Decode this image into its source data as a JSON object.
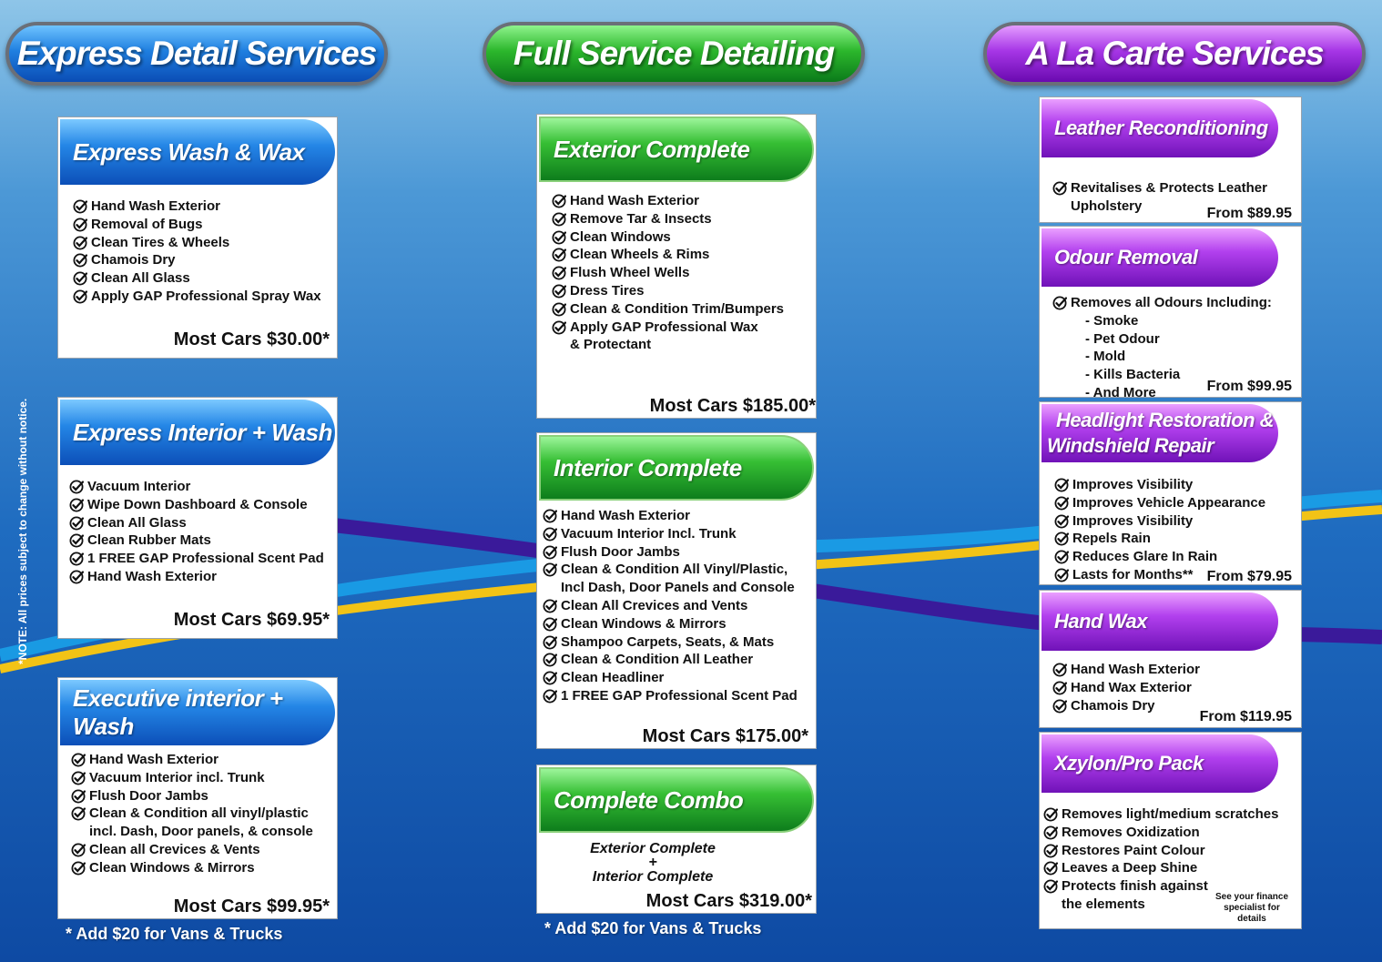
{
  "note": "*NOTE: All prices subject to change without notice.",
  "colors": {
    "blue": "#1f7fe0",
    "green": "#2cb72c",
    "purple": "#a636e6",
    "check": "#111111"
  },
  "icons": {
    "check": "check-circle-icon"
  },
  "headers": {
    "express": "Express Detail Services",
    "full": "Full Service Detailing",
    "alacarte": "A La Carte Services"
  },
  "express": {
    "wash_wax": {
      "title": "Express Wash & Wax",
      "items": [
        "Hand Wash Exterior",
        "Removal of Bugs",
        "Clean Tires & Wheels",
        "Chamois Dry",
        "Clean All Glass",
        "Apply GAP Professional Spray Wax"
      ],
      "price": "Most Cars $30.00*"
    },
    "interior_wash": {
      "title": "Express Interior + Wash",
      "items": [
        "Vacuum Interior",
        "Wipe Down Dashboard & Console",
        "Clean All Glass",
        "Clean Rubber Mats",
        "1 FREE GAP Professional Scent Pad",
        "Hand Wash Exterior"
      ],
      "price": "Most Cars $69.95*"
    },
    "executive": {
      "title": "Executive interior + Wash",
      "items": [
        "Hand Wash Exterior",
        "Vacuum Interior incl. Trunk",
        "Flush Door Jambs",
        "Clean & Condition all vinyl/plastic",
        "incl. Dash, Door panels, & console",
        "Clean all Crevices & Vents",
        "Clean Windows & Mirrors"
      ],
      "price": "Most Cars $99.95*"
    },
    "footnote": "* Add $20 for Vans & Trucks"
  },
  "full": {
    "exterior": {
      "title": "Exterior Complete",
      "items": [
        "Hand Wash Exterior",
        "Remove Tar & Insects",
        "Clean Windows",
        "Clean Wheels & Rims",
        "Flush Wheel Wells",
        "Dress Tires",
        "Clean & Condition Trim/Bumpers",
        "Apply GAP Professional Wax",
        "& Protectant"
      ],
      "price": "Most Cars $185.00*"
    },
    "interior": {
      "title": "Interior Complete",
      "items": [
        "Hand Wash Exterior",
        "Vacuum Interior Incl. Trunk",
        "Flush Door Jambs",
        "Clean & Condition All Vinyl/Plastic,",
        "Incl Dash, Door Panels and Console",
        "Clean All Crevices and Vents",
        "Clean Windows & Mirrors",
        "Shampoo Carpets, Seats, & Mats",
        "Clean & Condition All Leather",
        "Clean Headliner",
        "1 FREE GAP Professional Scent Pad"
      ],
      "price": "Most Cars $175.00*"
    },
    "combo": {
      "title": "Complete Combo",
      "line1": "Exterior Complete",
      "plus": "+",
      "line2": "Interior Complete",
      "price": "Most Cars $319.00*"
    },
    "footnote": "* Add $20 for Vans & Trucks"
  },
  "alacarte": {
    "leather": {
      "title": "Leather Reconditioning",
      "items": [
        "Revitalises & Protects Leather",
        "Upholstery"
      ],
      "price": "From $89.95"
    },
    "odour": {
      "title": "Odour Removal",
      "items": [
        "Removes all Odours Including:",
        "- Smoke",
        "- Pet Odour",
        "- Mold",
        "- Kills Bacteria",
        "- And More"
      ],
      "price": "From $99.95"
    },
    "headlight": {
      "title1": "Headlight Restoration &",
      "title2": "Windshield Repair",
      "items": [
        "Improves Visibility",
        "Improves Vehicle Appearance",
        "Improves Visibility",
        "Repels Rain",
        "Reduces Glare In Rain",
        "Lasts for Months**"
      ],
      "price": "From $79.95"
    },
    "handwax": {
      "title": "Hand Wax",
      "items": [
        "Hand Wash Exterior",
        "Hand Wax Exterior",
        "Chamois Dry"
      ],
      "price_label": "From",
      "price": "$119.95"
    },
    "xzylon": {
      "title": "Xzylon/Pro Pack",
      "items": [
        "Removes light/medium scratches",
        "Removes Oxidization",
        "Restores Paint Colour",
        "Leaves a Deep Shine",
        "Protects finish against",
        "the elements"
      ],
      "finance": "See your finance specialist for details"
    }
  }
}
